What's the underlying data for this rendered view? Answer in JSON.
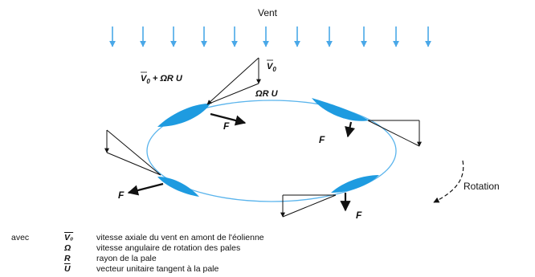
{
  "diagram": {
    "wind_label": "Vent",
    "rotation_label": "Rotation",
    "labels": {
      "v0": "V",
      "v0_sub": "0",
      "sum_main": "V",
      "sum_sub": "0",
      "sum_rest": " + ΩR ",
      "sum_u": "U",
      "omega_r": "ΩR ",
      "omega_u": "U",
      "force": "F"
    }
  },
  "legend": {
    "intro": "avec",
    "items": [
      {
        "symbol": "V₀",
        "text": "vitesse axiale du vent en amont de l'éolienne"
      },
      {
        "symbol": "Ω",
        "text": "vitesse angulaire de rotation des pales"
      },
      {
        "symbol": "R",
        "text": "rayon de la pale"
      },
      {
        "symbol": "U",
        "text": "vecteur unitaire tangent à la pale"
      }
    ]
  },
  "colors": {
    "wind_arrow": "#4aa8e8",
    "blade": "#1e9be0",
    "circle": "#5ab4ec",
    "lines": "#111111"
  }
}
